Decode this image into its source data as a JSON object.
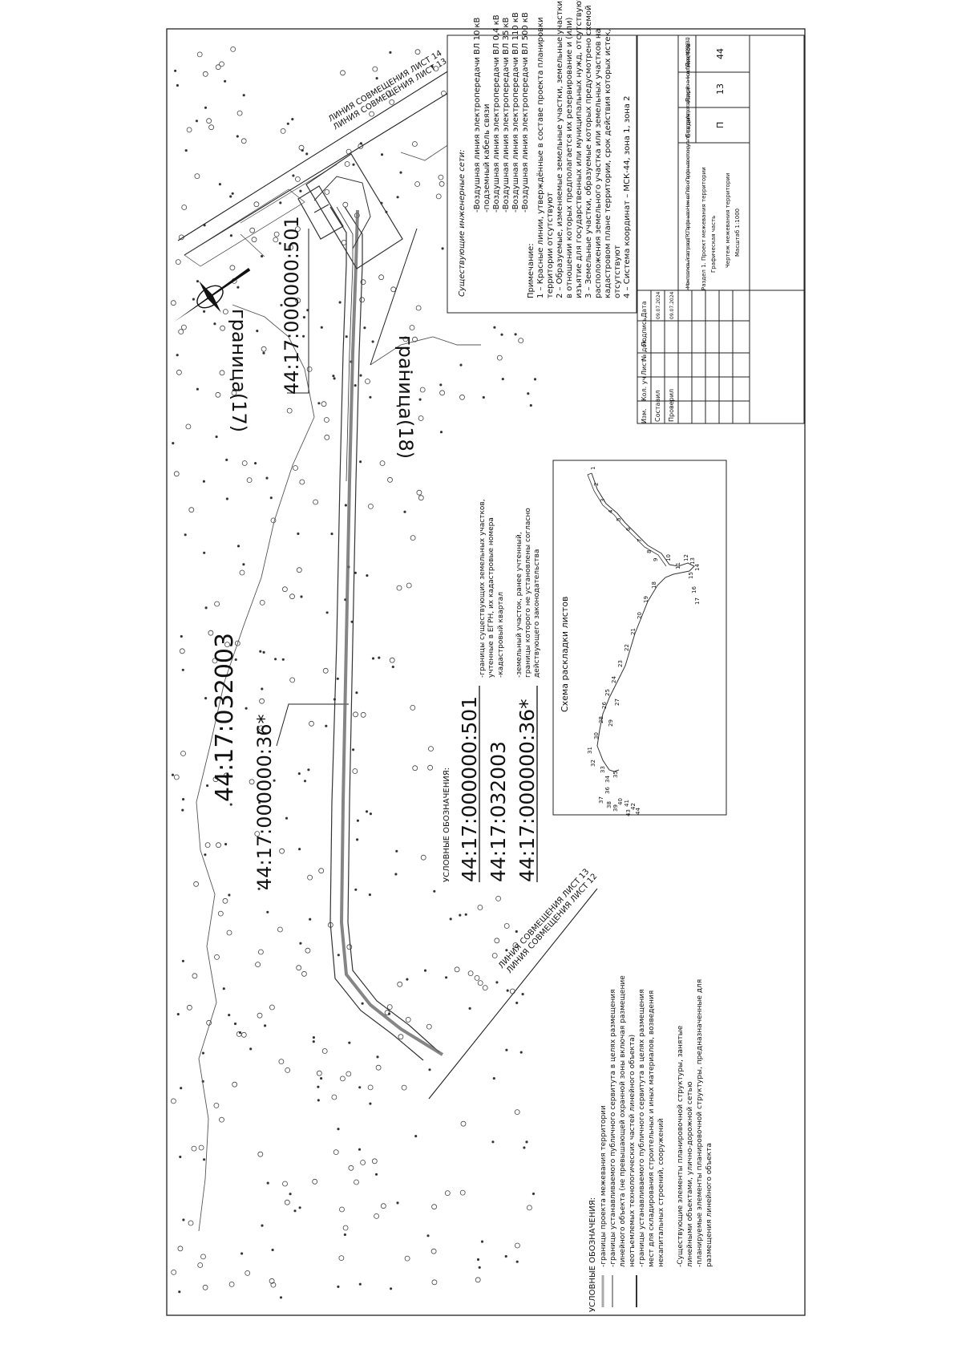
{
  "sheet": {
    "joint_line_top": [
      "ЛИНИЯ СОВМЕЩЕНИЯ ЛИСТ 14",
      "ЛИНИЯ СОВМЕЩЕНИЯ ЛИСТ 13"
    ],
    "joint_line_bottom": [
      "ЛИНИЯ СОВМЕЩЕНИЯ ЛИСТ 13",
      "ЛИНИЯ СОВМЕЩЕНИЯ ЛИСТ 12"
    ]
  },
  "map": {
    "cadastral_labels": {
      "parcel_501": "44:17:000000:501",
      "quarter": "44:17:032003",
      "parcel_36": "44:17:000000:36*"
    },
    "boundary_17": "граница(17)",
    "boundary_18": "граница(18)"
  },
  "existing_networks": {
    "title": "Существующие инженерные сети:",
    "items": [
      "-Воздушная линия электропередачи ВЛ 10 кВ",
      "-подземный кабель связи",
      "-Воздушная линия электропередачи ВЛ 0,4 кВ",
      "-Воздушная линия электропередачи ВЛ 35 кВ",
      "-Воздушная линия электропередачи ВЛ 110 кВ",
      "-Воздушная линия электропередачи ВЛ 500 кВ"
    ]
  },
  "notes": {
    "title": "Примечание:",
    "lines": [
      "1 – Красные линии, утверждённые в составе проекта планировки",
      "территории отсутствуют",
      "2 – Образуемые, изменяемые земельные участки, земельные участки,",
      "в отношении которых предполагается их резервирование и (или)",
      "изъятие для государственных или муниципальных нужд, отсутствуют",
      "3 – Земельные участки, образуемые которых предусмотрено схемой",
      "расположения земельного участка или земельных участков на",
      "кадастровом плане территории, срок действия которых истек,",
      "отсутствуют",
      "4 – Система координат – МСК-44, зона 1, зона 2"
    ]
  },
  "title_block": {
    "header_cols": [
      "Изм.",
      "Кол. уч",
      "Лист",
      "№ док.",
      "Подпись",
      "Дата"
    ],
    "roles": [
      "Составил",
      "Проверил"
    ],
    "dates": [
      "09.07.2024",
      "09.07.2024"
    ],
    "object_title": "«Межпоселковый газопровод ГРС Парфеньево–Нижнее-Плёсно Парфеньевского округа–п.Антропово Антроповского района» (код объекта: 44/29183-1)",
    "section": "Раздел 1. Проект межевания территории",
    "section_sub": "Графическая часть",
    "drawing_title": "Чертеж межевания территории",
    "drawing_scale": "Масштаб 1:1000",
    "stage_label": "Стадия",
    "stage_value": "П",
    "sheet_label": "Лист",
    "sheet_value": "13",
    "sheets_label": "Листов",
    "sheets_value": "44"
  },
  "legend_cadastral": {
    "title": "УСЛОВНЫЕ ОБОЗНАЧЕНИЯ:",
    "entries": [
      {
        "code": "44:17:000000:501",
        "text": [
          "-границы существующих земельных участков,",
          "учтенные в ЕГРН, их кадастровые номера"
        ]
      },
      {
        "code": "44:17:032003",
        "text": [
          "-кадастровый квартал"
        ]
      },
      {
        "code": "44:17:000000:36*",
        "text": [
          "-земельный участок, ранее учтенный,",
          "границы которого не установлены согласно",
          "действующего законодательства"
        ]
      }
    ]
  },
  "legend_main": {
    "title": "УСЛОВНЫЕ ОБОЗНАЧЕНИЯ:",
    "lines": [
      "-границы проекта межевания территории",
      "-границы устанавливаемого публичного сервитута в целях размещения",
      "линейного объекта (не превышающей охранной зоны включая размещение",
      "неотъемлемых технологических частей линейного объекта)",
      "-границы устанавливаемого публичного сервитута в целях размещения",
      "мест для складирования строительных и иных материалов, возведения",
      "некапитальных строений, сооружений",
      "",
      "-Существующие элементы планировочной структуры, занятые",
      "линейными объектами, улично-дорожной сетью",
      "-планируемые элементы планировочной структуры, предназначенные для",
      "размещения линейного объекта"
    ]
  },
  "scheme": {
    "title": "Схема раскладки листов",
    "sheet_numbers": [
      "1",
      "2",
      "3",
      "4",
      "5",
      "6",
      "7",
      "8",
      "9",
      "10",
      "11",
      "12",
      "13",
      "14",
      "15",
      "16",
      "17",
      "18",
      "19",
      "20",
      "21",
      "22",
      "23",
      "24",
      "25",
      "26",
      "27",
      "28",
      "29",
      "30",
      "31",
      "32",
      "33",
      "34",
      "35",
      "36",
      "37",
      "38",
      "39",
      "40",
      "41",
      "42",
      "43",
      "44"
    ]
  }
}
